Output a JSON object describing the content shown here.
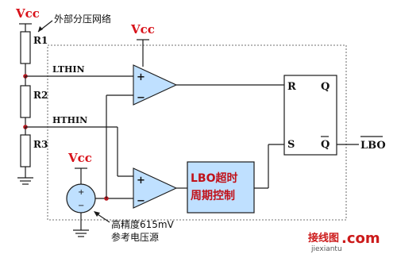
{
  "diagram": {
    "vcc_left": "Vcc",
    "vcc_top": "Vcc",
    "vcc_source": "Vcc",
    "r1": "R1",
    "r2": "R2",
    "r3": "R3",
    "divider_note": "外部分压网络",
    "lthin": "LTHIN",
    "hthin": "HTHIN",
    "plus1": "+",
    "minus1": "−",
    "plus2": "+",
    "minus2": "−",
    "ff_r": "R",
    "ff_s": "S",
    "ff_q": "Q",
    "ff_qbar": "Q",
    "output": "LBO",
    "control_line1": "LBO超时",
    "control_line2": "周期控制",
    "ref_line1": "高精度615mV",
    "ref_line2": "参考电压源",
    "src_plus": "+",
    "src_minus": "−"
  },
  "watermark": {
    "brand": "接线图",
    "dot_com": ".com",
    "url": "jiexiantu"
  },
  "colors": {
    "vcc_text": "#d8121a",
    "opamp_fill": "#bfe0ff",
    "junction": "#b8161e",
    "wire": "#1a1a1a"
  }
}
